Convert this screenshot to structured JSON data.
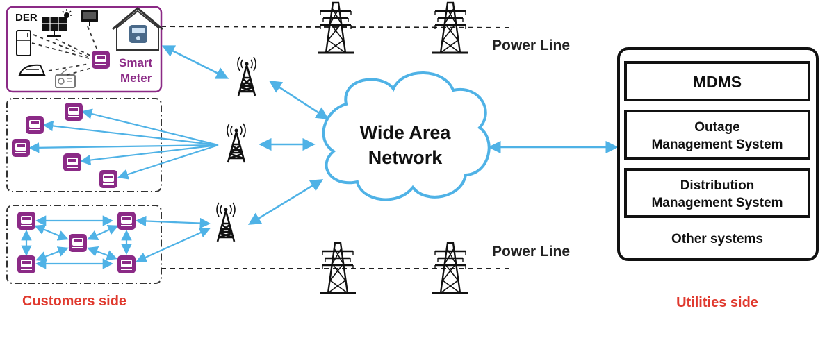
{
  "customer": {
    "der_label": "DER",
    "smart_meter_label_line1": "Smart",
    "smart_meter_label_line2": "Meter",
    "side_label": "Customers side"
  },
  "network": {
    "title_line1": "Wide Area",
    "title_line2": "Network"
  },
  "power_line": {
    "top_label": "Power Line",
    "bottom_label": "Power Line"
  },
  "utility": {
    "mdms_label": "MDMS",
    "oms_line1": "Outage",
    "oms_line2": "Management System",
    "dms_line1": "Distribution",
    "dms_line2": "Management System",
    "other_label": "Other systems",
    "side_label": "Utilities side"
  },
  "colors": {
    "purple": "#8b2a86",
    "blue": "#4fb2e6",
    "red": "#e03a2f",
    "black": "#111111"
  },
  "icons": [
    "solar-panel-icon",
    "sun-icon",
    "tv-icon",
    "fridge-icon",
    "iron-icon",
    "radio-icon",
    "house-meter-icon",
    "smart-meter-icon",
    "cell-tower-icon",
    "transmission-tower-icon",
    "cloud-icon"
  ]
}
